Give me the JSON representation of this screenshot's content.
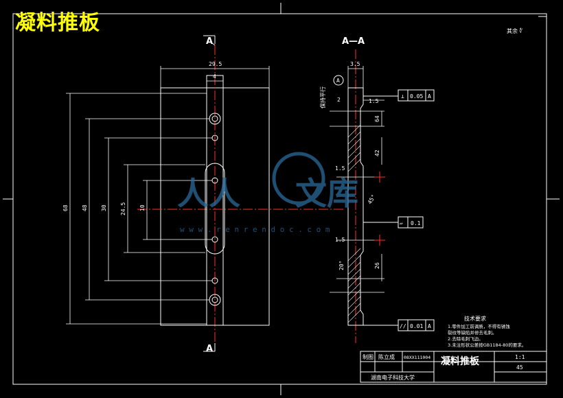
{
  "title": "凝料推板",
  "section_marks": {
    "a_top": "A",
    "a_bottom": "A",
    "section_label": "A—A",
    "detail_label": "A"
  },
  "roughness_note": "其余",
  "front_view": {
    "dims": {
      "width_top": "29.5",
      "slot_width": "4",
      "h68": "68",
      "h48": "48",
      "h30": "30",
      "h24_5": "24.5",
      "h10": "10"
    }
  },
  "side_view": {
    "dims": {
      "thickness": "3.5",
      "chamfer": "1.5",
      "offset_2": "2",
      "pitch_top": "64",
      "pitch_mid": "42",
      "step_1": "1.5",
      "step_2": "1.5",
      "pitch_bottom": "26",
      "angle": "45°",
      "angle_bottom": "20°"
    },
    "detail_note": "保持平行",
    "tolerances": [
      {
        "symbol": "⊥",
        "value": "0.05",
        "datum": "A"
      },
      {
        "symbol": "▱",
        "value": "0.1",
        "datum": ""
      },
      {
        "symbol": "//",
        "value": "0.01",
        "datum": "A"
      }
    ]
  },
  "tech_req": {
    "heading": "技术要求",
    "lines": [
      "1.零件加工前调质，不得有锈蚀",
      "  裂纹等缺陷并修去毛刺。",
      "2.去除毛刺飞边。",
      "3.未注形状公差按GB1184-80的要求。"
    ]
  },
  "title_block": {
    "drawn_label": "制图",
    "drawn_name": "陈立成",
    "drawing_no": "08XX111004",
    "part_name": "凝料推板",
    "scale": "1:1",
    "material": "45",
    "school": "湖南电子科技大学"
  },
  "watermark": {
    "brand_left": "人人",
    "brand_right": "文库",
    "url": "w w w . r e n r e n d o c . c o m"
  },
  "colors": {
    "background": "#000000",
    "title": "#ffff00",
    "center_line": "#ff0000",
    "outline": "#ffffff",
    "watermark": "#2a6a9a"
  }
}
